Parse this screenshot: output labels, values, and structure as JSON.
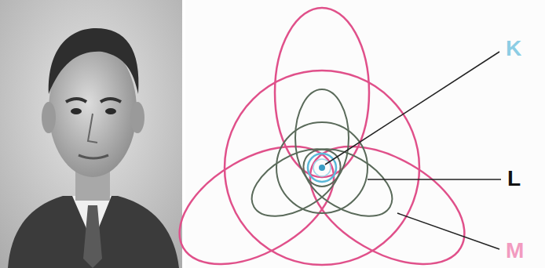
{
  "diagram": {
    "labels": [
      "K",
      "L",
      "M"
    ]
  }
}
